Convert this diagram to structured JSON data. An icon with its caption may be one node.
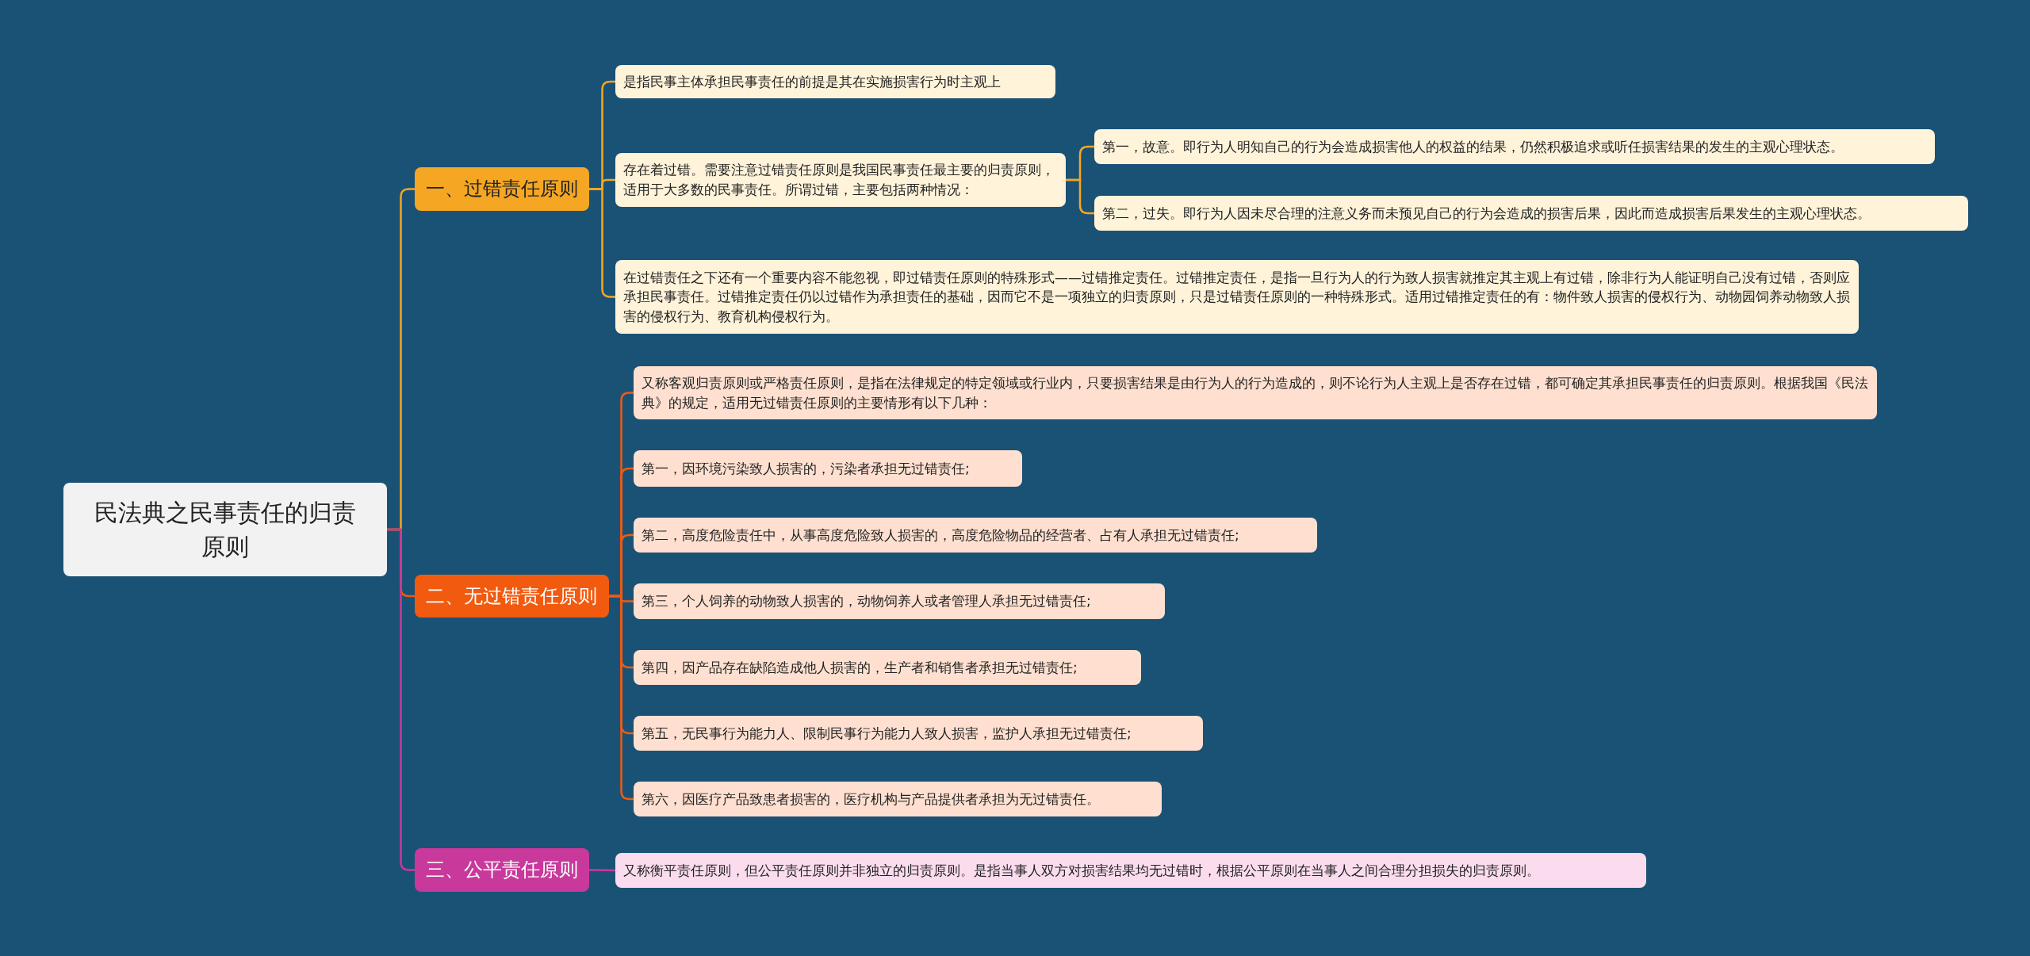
{
  "diagram": {
    "nodes": [
      {
        "text": [
          "民法典之民事责任的归责原则"
        ]
      },
      {
        "text": [
          "一、过错责任原则"
        ]
      },
      {
        "text": [
          "是指民事主体承担民事责任的前提是其在实施损害行为时主观上"
        ]
      },
      {
        "text": [
          "存在着过错。需要注意过错责任原则是我国民事责任最主要的归责原则，适用于大多数的民事责任。所谓过错，主要包括两种情况："
        ]
      },
      {
        "text": [
          "第一，故意。即行为人明知自己的行为会造成损害他人的权益的结果，仍然积极追求或听任损害结果的发生的主观心理状态。"
        ]
      },
      {
        "text": [
          "第二，过失。即行为人因未尽合理的注意义务而未预见自己的行为会造成的损害后果，因此而造成损害后果发生的主观心理状态。"
        ]
      },
      {
        "text": [
          "在过错责任之下还有一个重要内容不能忽视，即过错责任原则的特殊形式——过错推定责任。过错推定责任，是指一旦行为人的行为致人损害就推定其主观上有过错，除非行为人能证明自己没有过错，否则应承担民事责任。过错推定责任仍以过错作为承担责任的基础，因而它不是一项独立的归责原则，只是过错责任原则的一种特殊形式。适用过错推定责任的有：物件致人损害的侵权行为、动物园饲养动物致人损害的侵权行为、教育机构侵权行为。"
        ]
      },
      {
        "text": [
          "二、无过错责任原则"
        ]
      },
      {
        "text": [
          "又称客观归责原则或严格责任原则，是指在法律规定的特定领域或行业内，只要损害结果是由行为人的行为造成的，则不论行为人主观上是否存在过错，都可确定其承担民事责任的归责原则。根据我国《民法典》的规定，适用无过错责任原则的主要情形有以下几种："
        ]
      },
      {
        "text": [
          "第一，因环境污染致人损害的，污染者承担无过错责任;"
        ]
      },
      {
        "text": [
          "第二，高度危险责任中，从事高度危险致人损害的，高度危险物品的经营者、占有人承担无过错责任;"
        ]
      },
      {
        "text": [
          "第三，个人饲养的动物致人损害的，动物饲养人或者管理人承担无过错责任;"
        ]
      },
      {
        "text": [
          "第四，因产品存在缺陷造成他人损害的，生产者和销售者承担无过错责任;"
        ]
      },
      {
        "text": [
          "第五，无民事行为能力人、限制民事行为能力人致人损害，监护人承担无过错责任;"
        ]
      },
      {
        "text": [
          "第六，因医疗产品致患者损害的，医疗机构与产品提供者承担为无过错责任。"
        ]
      },
      {
        "text": [
          "三、公平责任原则"
        ]
      },
      {
        "text": [
          "又称衡平责任原则，但公平责任原则并非独立的归责原则。是指当事人双方对损害结果均无过错时，根据公平原则在当事人之间合理分担损失的归责原则。"
        ]
      }
    ],
    "edges": [
      {
        "from": 0,
        "to": 1,
        "arrow": "none",
        "color": "#f5a623"
      },
      {
        "from": 0,
        "to": 7,
        "arrow": "none"
      },
      {
        "from": 0,
        "to": 15,
        "arrow": "none",
        "color": "#c8399b"
      },
      {
        "from": 1,
        "to": 2,
        "arrow": "none",
        "color": "#f5a623"
      },
      {
        "from": 1,
        "to": 3,
        "arrow": "none",
        "color": "#f5a623"
      },
      {
        "from": 1,
        "to": 6,
        "arrow": "none",
        "color": "#f5a623"
      },
      {
        "from": 3,
        "to": 4,
        "arrow": "none",
        "color": "#f5a623"
      },
      {
        "from": 3,
        "to": 5,
        "arrow": "none",
        "color": "#f5a623"
      },
      {
        "from": 7,
        "to": 8,
        "arrow": "none"
      },
      {
        "from": 7,
        "to": 9,
        "arrow": "none"
      },
      {
        "from": 7,
        "to": 10,
        "arrow": "none"
      },
      {
        "from": 7,
        "to": 11,
        "arrow": "none"
      },
      {
        "from": 7,
        "to": 12,
        "arrow": "none"
      },
      {
        "from": 7,
        "to": 13,
        "arrow": "none"
      },
      {
        "from": 7,
        "to": 14,
        "arrow": "none"
      },
      {
        "from": 15,
        "to": 16,
        "arrow": "none",
        "color": "#c8399b"
      }
    ]
  }
}
